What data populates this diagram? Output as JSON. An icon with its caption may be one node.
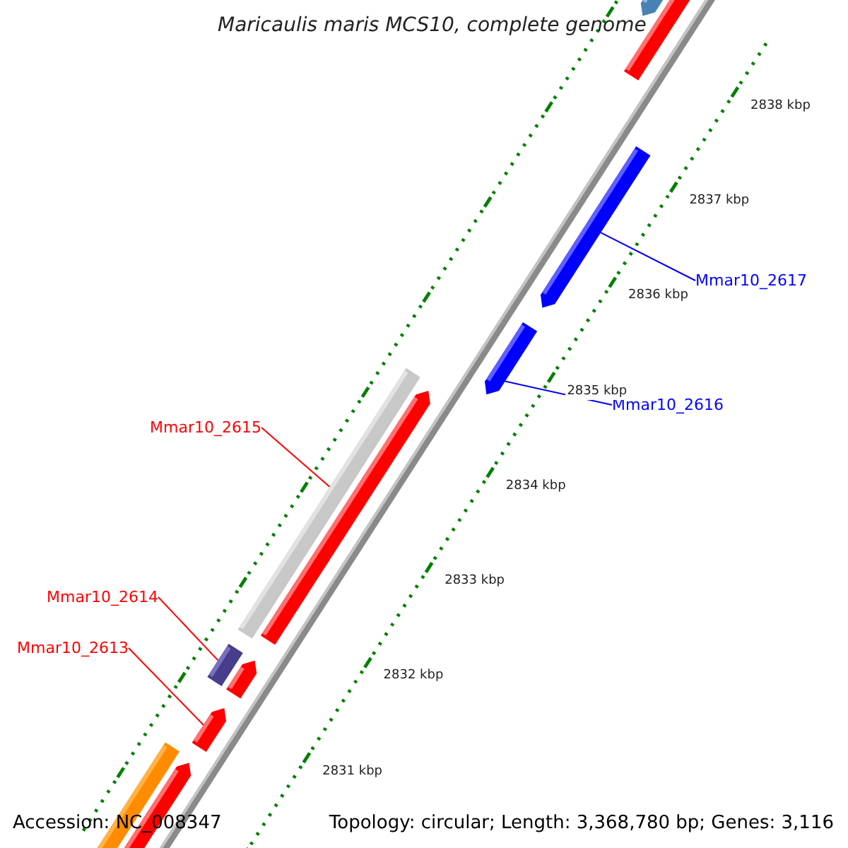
{
  "diagram": {
    "title": "Maricaulis maris MCS10, complete genome",
    "nodes": [
      {
        "text": [
          "Mmar10_2617"
        ]
      },
      {
        "text": [],
        "shape": "arrow"
      },
      {
        "text": [
          "Mmar10_2616"
        ]
      },
      {
        "text": [],
        "shape": "arrow"
      },
      {
        "text": [
          "Mmar10_2615"
        ]
      },
      {
        "text": [],
        "shape": "bar"
      },
      {
        "text": [
          "Mmar10_2614"
        ]
      },
      {
        "text": [],
        "shape": "bar"
      },
      {
        "text": [
          "Mmar10_2613"
        ]
      },
      {
        "text": [],
        "shape": "arrow"
      },
      {
        "text": [],
        "shape": "bar"
      },
      {
        "text": [],
        "shape": "arrow"
      },
      {
        "text": [],
        "shape": "arrow"
      },
      {
        "text": [],
        "shape": "arrow"
      },
      {
        "text": [],
        "shape": "arrow"
      },
      {
        "text": [],
        "shape": "arrow"
      }
    ],
    "edges": [
      {
        "from": 0,
        "to": 1,
        "arrow": "none",
        "color": "#0000ff"
      },
      {
        "from": 2,
        "to": 3,
        "arrow": "none",
        "color": "#0000ff"
      },
      {
        "from": 4,
        "to": 5,
        "arrow": "none"
      },
      {
        "from": 6,
        "to": 7,
        "arrow": "none"
      },
      {
        "from": 8,
        "to": 9,
        "arrow": "none"
      }
    ],
    "labels": [
      "2838 kbp",
      "2837 kbp",
      "2836 kbp",
      "2835 kbp",
      "2834 kbp",
      "2833 kbp",
      "2832 kbp",
      "2831 kbp",
      "Accession: NC_008347",
      "Topology: circular; Length: 3,368,780 bp; Genes: 3,116"
    ]
  }
}
